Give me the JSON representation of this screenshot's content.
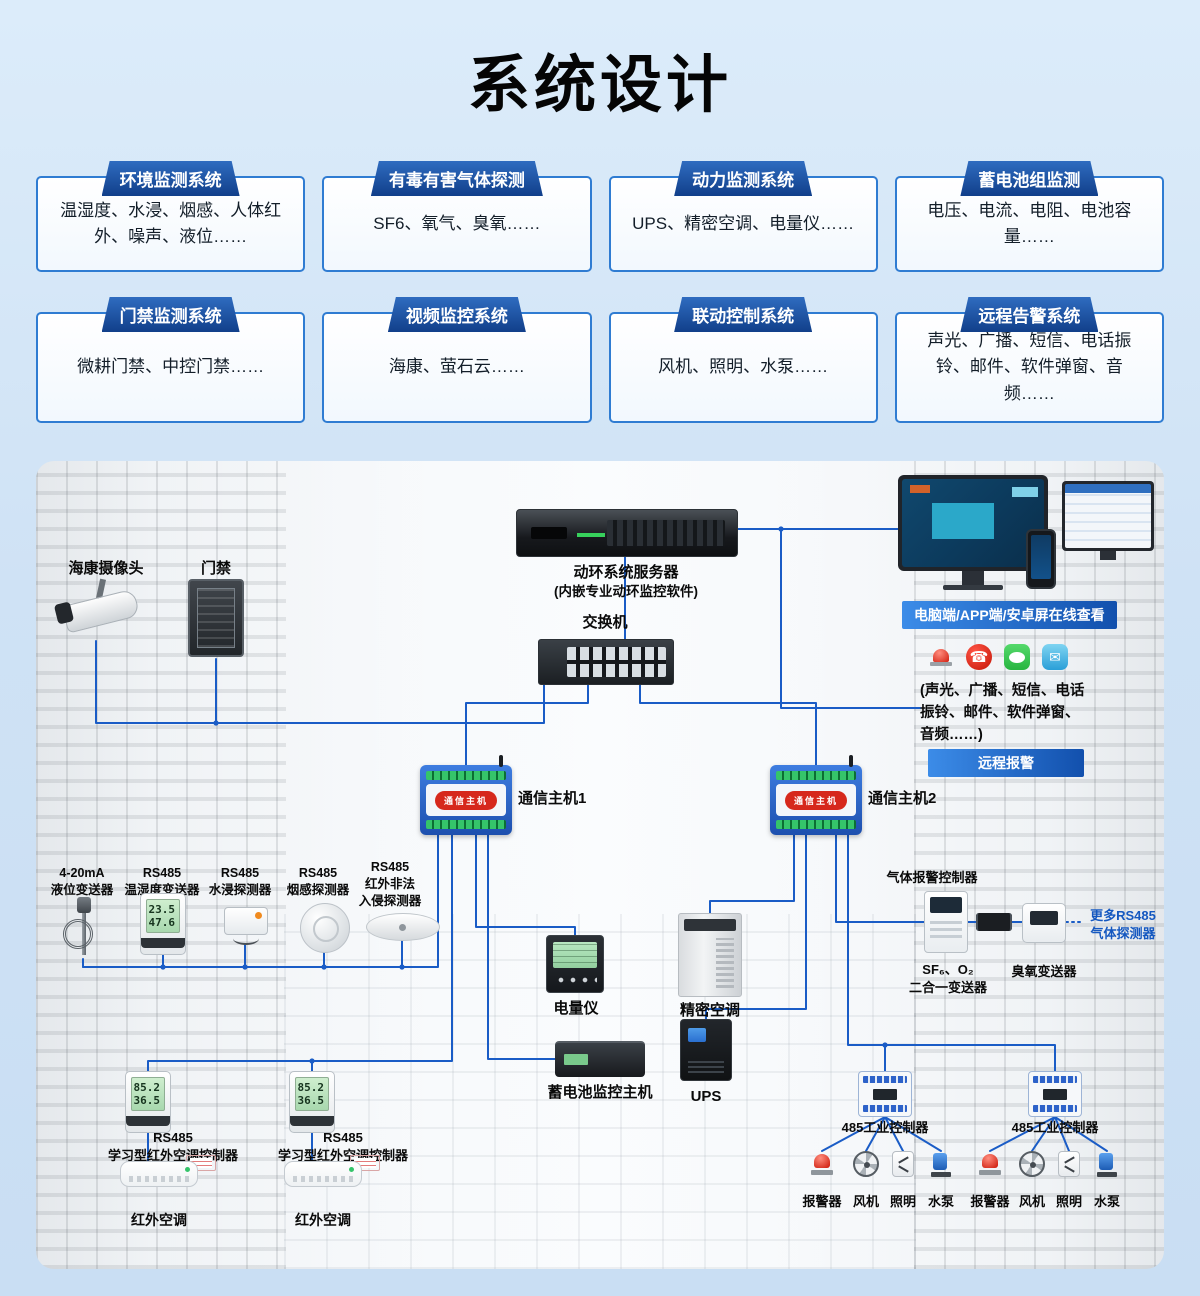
{
  "page": {
    "title": "系统设计"
  },
  "colors": {
    "accent_blue": "#1a5cc6",
    "card_border": "#2f7cd2",
    "pill_blue": "#113f8a",
    "badge_blue": "#1250ad",
    "host_blue": "#1d4fae",
    "logo_red": "#d6281c"
  },
  "cards": [
    {
      "header": "环境监测系统",
      "body": "温湿度、水浸、烟感、人体红外、噪声、液位……"
    },
    {
      "header": "有毒有害气体探测",
      "body": "SF6、氧气、臭氧……"
    },
    {
      "header": "动力监测系统",
      "body": "UPS、精密空调、电量仪……"
    },
    {
      "header": "蓄电池组监测",
      "body": "电压、电流、电阻、电池容量……"
    },
    {
      "header": "门禁监测系统",
      "body": "微耕门禁、中控门禁……"
    },
    {
      "header": "视频监控系统",
      "body": "海康、萤石云……"
    },
    {
      "header": "联动控制系统",
      "body": "风机、照明、水泵……"
    },
    {
      "header": "远程告警系统",
      "body": "声光、广播、短信、电话振铃、邮件、软件弹窗、音频……"
    }
  ],
  "diagram": {
    "camera_label": "海康摄像头",
    "door_label": "门禁",
    "server_label": "动环系统服务器",
    "server_sub": "(内嵌专业动环监控软件)",
    "switch_label": "交换机",
    "view_badge": "电脑端/APP端/安卓屏在线查看",
    "alarm_text": "(声光、广播、短信、电话\n振铃、邮件、软件弹窗、\n音频……)",
    "remote_badge": "远程报警",
    "host_device_text": "通信主机",
    "host1_label": "通信主机1",
    "host2_label": "通信主机2",
    "sensors": [
      {
        "label": "4-20mA\n液位变送器"
      },
      {
        "label": "RS485\n温湿度变送器",
        "lcd_top": "23.5",
        "lcd_bottom": "47.6"
      },
      {
        "label": "RS485\n水浸探测器"
      },
      {
        "label": "RS485\n烟感探测器"
      },
      {
        "label": "RS485\n红外非法\n入侵探测器"
      }
    ],
    "power_meter_label": "电量仪",
    "precision_ac_label": "精密空调",
    "gas_controller_label": "气体报警控制器",
    "more_gas_label": "更多RS485\n气体探测器",
    "sf6_label": "SF₆、O₂\n二合一变送器",
    "ozone_label": "臭氧变送器",
    "battery_label": "蓄电池监控主机",
    "ups_label": "UPS",
    "ac_controllers": [
      {
        "label_line1": "RS485",
        "label_line2": "学习型红外空调控制器",
        "lcd_top": "85.2",
        "lcd_bottom": "36.5"
      },
      {
        "label_line1": "RS485",
        "label_line2": "学习型红外空调控制器",
        "lcd_top": "85.2",
        "lcd_bottom": "36.5"
      }
    ],
    "ir_ac_labels": [
      "红外空调",
      "红外空调"
    ],
    "industrial_labels": [
      "485工业控制器",
      "485工业控制器"
    ],
    "output_labels": [
      "报警器",
      "风机",
      "照明",
      "水泵",
      "报警器",
      "风机",
      "照明",
      "水泵"
    ],
    "icons": {
      "phone_glyph": "☎",
      "mail_glyph": "✉"
    }
  }
}
